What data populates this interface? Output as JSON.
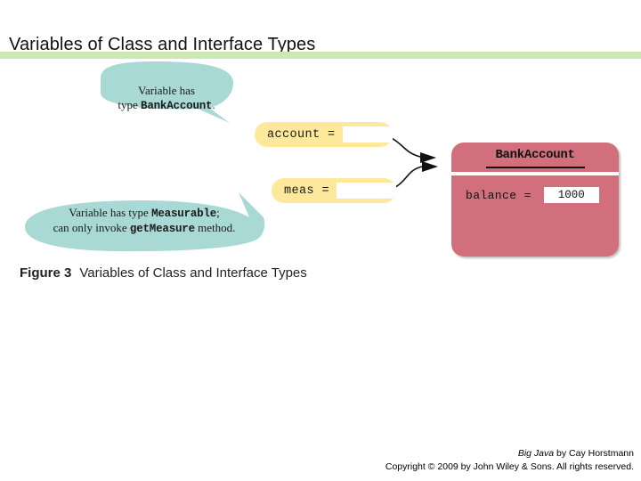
{
  "slide": {
    "title": "Variables of Class and Interface Types",
    "rule_color": "#cde8b5",
    "background": "#ffffff"
  },
  "figure": {
    "caption_number": "Figure 3",
    "caption_title": "Variables of Class and Interface Types",
    "callouts": [
      {
        "id": "callout-bankaccount-type",
        "line1_plain": "Variable has",
        "line2_plain": "type ",
        "line2_code": "BankAccount",
        "line2_suffix": ".",
        "fill": "#a9d9d4"
      },
      {
        "id": "callout-measurable-type",
        "line1_plain": "Variable has type ",
        "line1_code": "Measurable",
        "line1_suffix": ";",
        "line2_plain": "can only invoke ",
        "line2_code": "getMeasure",
        "line2_suffix": " method.",
        "fill": "#a9d9d4"
      }
    ],
    "variables": [
      {
        "id": "account",
        "label": "account  =",
        "value": "",
        "fill": "#fde89c"
      },
      {
        "id": "meas",
        "label": "meas  =",
        "value": "",
        "fill": "#fde89c"
      }
    ],
    "object": {
      "class_name": "BankAccount",
      "fill": "#d1707c",
      "fields": [
        {
          "name": "balance  =",
          "value": "1000"
        }
      ]
    },
    "arrows": [
      {
        "from": "account",
        "to": "BankAccount"
      },
      {
        "from": "meas",
        "to": "BankAccount"
      }
    ]
  },
  "footer": {
    "book_title": "Big Java",
    "byline": " by Cay Horstmann",
    "copyright": "Copyright © 2009 by John Wiley & Sons.  All rights reserved."
  }
}
